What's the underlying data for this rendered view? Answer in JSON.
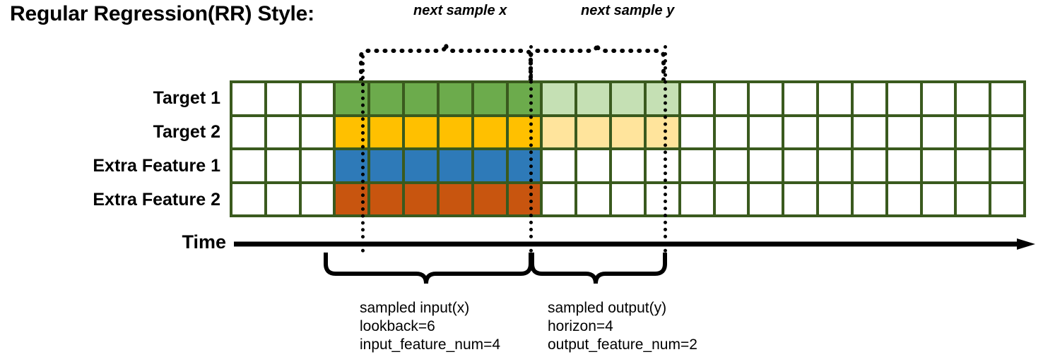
{
  "title": "Regular Regression(RR) Style:",
  "rows": [
    {
      "label": "Target 1",
      "name": "target-1"
    },
    {
      "label": "Target 2",
      "name": "target-2"
    },
    {
      "label": "Extra Feature 1",
      "name": "extra-feature-1"
    },
    {
      "label": "Extra Feature 2",
      "name": "extra-feature-2"
    }
  ],
  "axis": {
    "label": "Time"
  },
  "top_annotations": [
    {
      "label": "next sample x",
      "name": "next-sample-x"
    },
    {
      "label": "next sample y",
      "name": "next-sample-y"
    }
  ],
  "bottom_annotations": [
    {
      "name": "sampled-input",
      "lines": [
        "sampled input(x)",
        "lookback=6",
        "input_feature_num=4"
      ]
    },
    {
      "name": "sampled-output",
      "lines": [
        "sampled output(y)",
        "horizon=4",
        "output_feature_num=2"
      ]
    }
  ],
  "colors": {
    "border": "#3A5A1E",
    "target1_input": "#6CAB4C",
    "target1_output": "#C5E0B4",
    "target2_input": "#FFC000",
    "target2_output": "#FFE49C",
    "extra1_input": "#2E7AB8",
    "extra2_input": "#C8550F",
    "empty": "#FFFFFF",
    "ink": "#000000"
  },
  "chart_data": {
    "type": "heatmap",
    "title": "Regular Regression(RR) Style:",
    "columns": 23,
    "rows": 4,
    "row_labels": [
      "Target 1",
      "Target 2",
      "Extra Feature 1",
      "Extra Feature 2"
    ],
    "lookback": 6,
    "horizon": 4,
    "input_feature_num": 4,
    "output_feature_num": 2,
    "input_start_col": 4,
    "input_end_col": 9,
    "output_start_col": 10,
    "output_end_col": 13,
    "xlabel": "Time",
    "ylabel": "",
    "grid": [
      [
        "empty",
        "empty",
        "empty",
        "target1_input",
        "target1_input",
        "target1_input",
        "target1_input",
        "target1_input",
        "target1_input",
        "target1_output",
        "target1_output",
        "target1_output",
        "target1_output",
        "empty",
        "empty",
        "empty",
        "empty",
        "empty",
        "empty",
        "empty",
        "empty",
        "empty",
        "empty"
      ],
      [
        "empty",
        "empty",
        "empty",
        "target2_input",
        "target2_input",
        "target2_input",
        "target2_input",
        "target2_input",
        "target2_input",
        "target2_output",
        "target2_output",
        "target2_output",
        "target2_output",
        "empty",
        "empty",
        "empty",
        "empty",
        "empty",
        "empty",
        "empty",
        "empty",
        "empty",
        "empty"
      ],
      [
        "empty",
        "empty",
        "empty",
        "extra1_input",
        "extra1_input",
        "extra1_input",
        "extra1_input",
        "extra1_input",
        "extra1_input",
        "empty",
        "empty",
        "empty",
        "empty",
        "empty",
        "empty",
        "empty",
        "empty",
        "empty",
        "empty",
        "empty",
        "empty",
        "empty",
        "empty"
      ],
      [
        "empty",
        "empty",
        "empty",
        "extra2_input",
        "extra2_input",
        "extra2_input",
        "extra2_input",
        "extra2_input",
        "extra2_input",
        "empty",
        "empty",
        "empty",
        "empty",
        "empty",
        "empty",
        "empty",
        "empty",
        "empty",
        "empty",
        "empty",
        "empty",
        "empty",
        "empty"
      ]
    ]
  }
}
